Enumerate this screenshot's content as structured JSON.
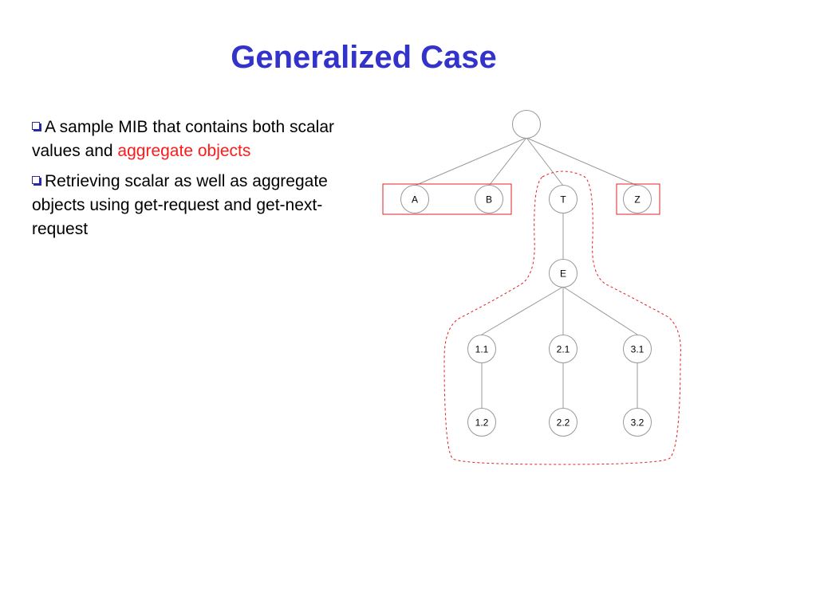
{
  "title": "Generalized Case",
  "bullets": [
    {
      "text": "A sample MIB that contains both scalar values and ",
      "highlight": "aggregate objects"
    },
    {
      "text": "Retrieving scalar as well as aggregate objects using get-request and get-next-request",
      "highlight": ""
    }
  ],
  "tree": {
    "root": "",
    "level1": [
      "A",
      "B",
      "T",
      "Z"
    ],
    "t_child": "E",
    "e_children": [
      "1.1",
      "2.1",
      "3.1"
    ],
    "leaf_children": [
      "1.2",
      "2.2",
      "3.2"
    ]
  },
  "colors": {
    "title": "#3333cc",
    "highlight": "#ff1a1a",
    "box": "#e02020",
    "dashed": "#e02020",
    "node_stroke": "#999999",
    "edge": "#999999"
  }
}
